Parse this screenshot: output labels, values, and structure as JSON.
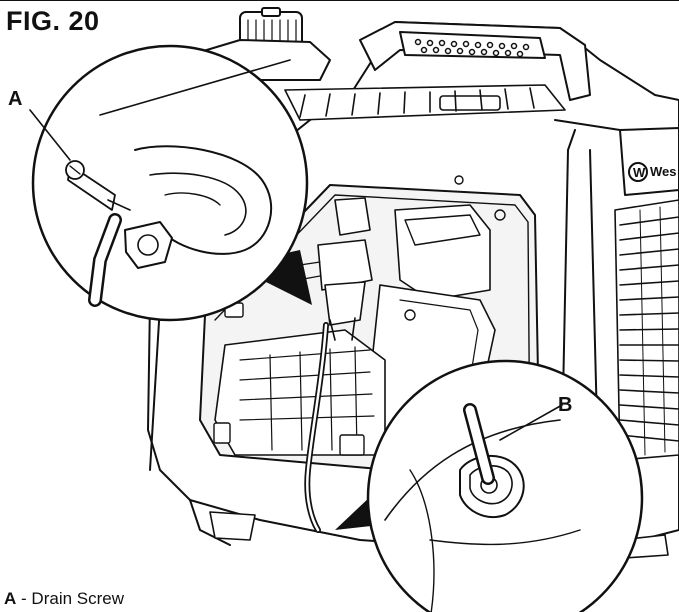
{
  "figure": {
    "title": "FIG. 20",
    "brand_mark": "W",
    "brand_text": "Wes"
  },
  "callouts": [
    {
      "letter": "A",
      "description": "Drain Screw"
    },
    {
      "letter": "B"
    }
  ],
  "caption": {
    "separator": "-"
  },
  "colors": {
    "line": "#111111",
    "background": "#ffffff",
    "panel_fill": "#f4f4f4"
  }
}
